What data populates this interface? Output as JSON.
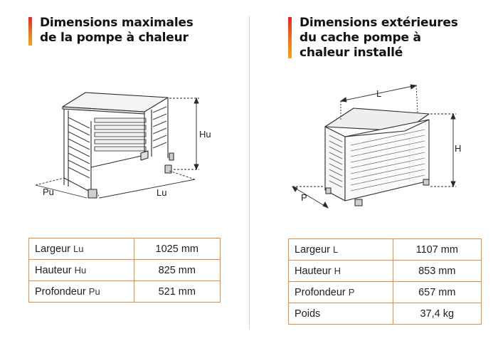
{
  "left": {
    "title_lines": [
      "Dimensions maximales",
      "de la pompe à chaleur"
    ],
    "labels": {
      "height": "Hu",
      "width": "Lu",
      "depth": "Pu"
    },
    "rows": [
      {
        "label": "Largeur",
        "symbol": "Lu",
        "value": "1025 mm"
      },
      {
        "label": "Hauteur",
        "symbol": "Hu",
        "value": "825 mm"
      },
      {
        "label": "Profondeur",
        "symbol": "Pu",
        "value": "521 mm"
      }
    ]
  },
  "right": {
    "title_lines": [
      "Dimensions extérieures",
      "du cache pompe à",
      "chaleur installé"
    ],
    "labels": {
      "length": "L",
      "height": "H",
      "depth": "P"
    },
    "rows": [
      {
        "label": "Largeur",
        "symbol": "L",
        "value": "1107 mm"
      },
      {
        "label": "Hauteur",
        "symbol": "H",
        "value": "853 mm"
      },
      {
        "label": "Profondeur",
        "symbol": "P",
        "value": "657 mm"
      },
      {
        "label": "Poids",
        "symbol": "",
        "value": "37,4 kg"
      }
    ]
  },
  "colors": {
    "accent_top": "#e3262a",
    "accent_bottom": "#f7a21a",
    "table_border": "#ef8a3b"
  }
}
